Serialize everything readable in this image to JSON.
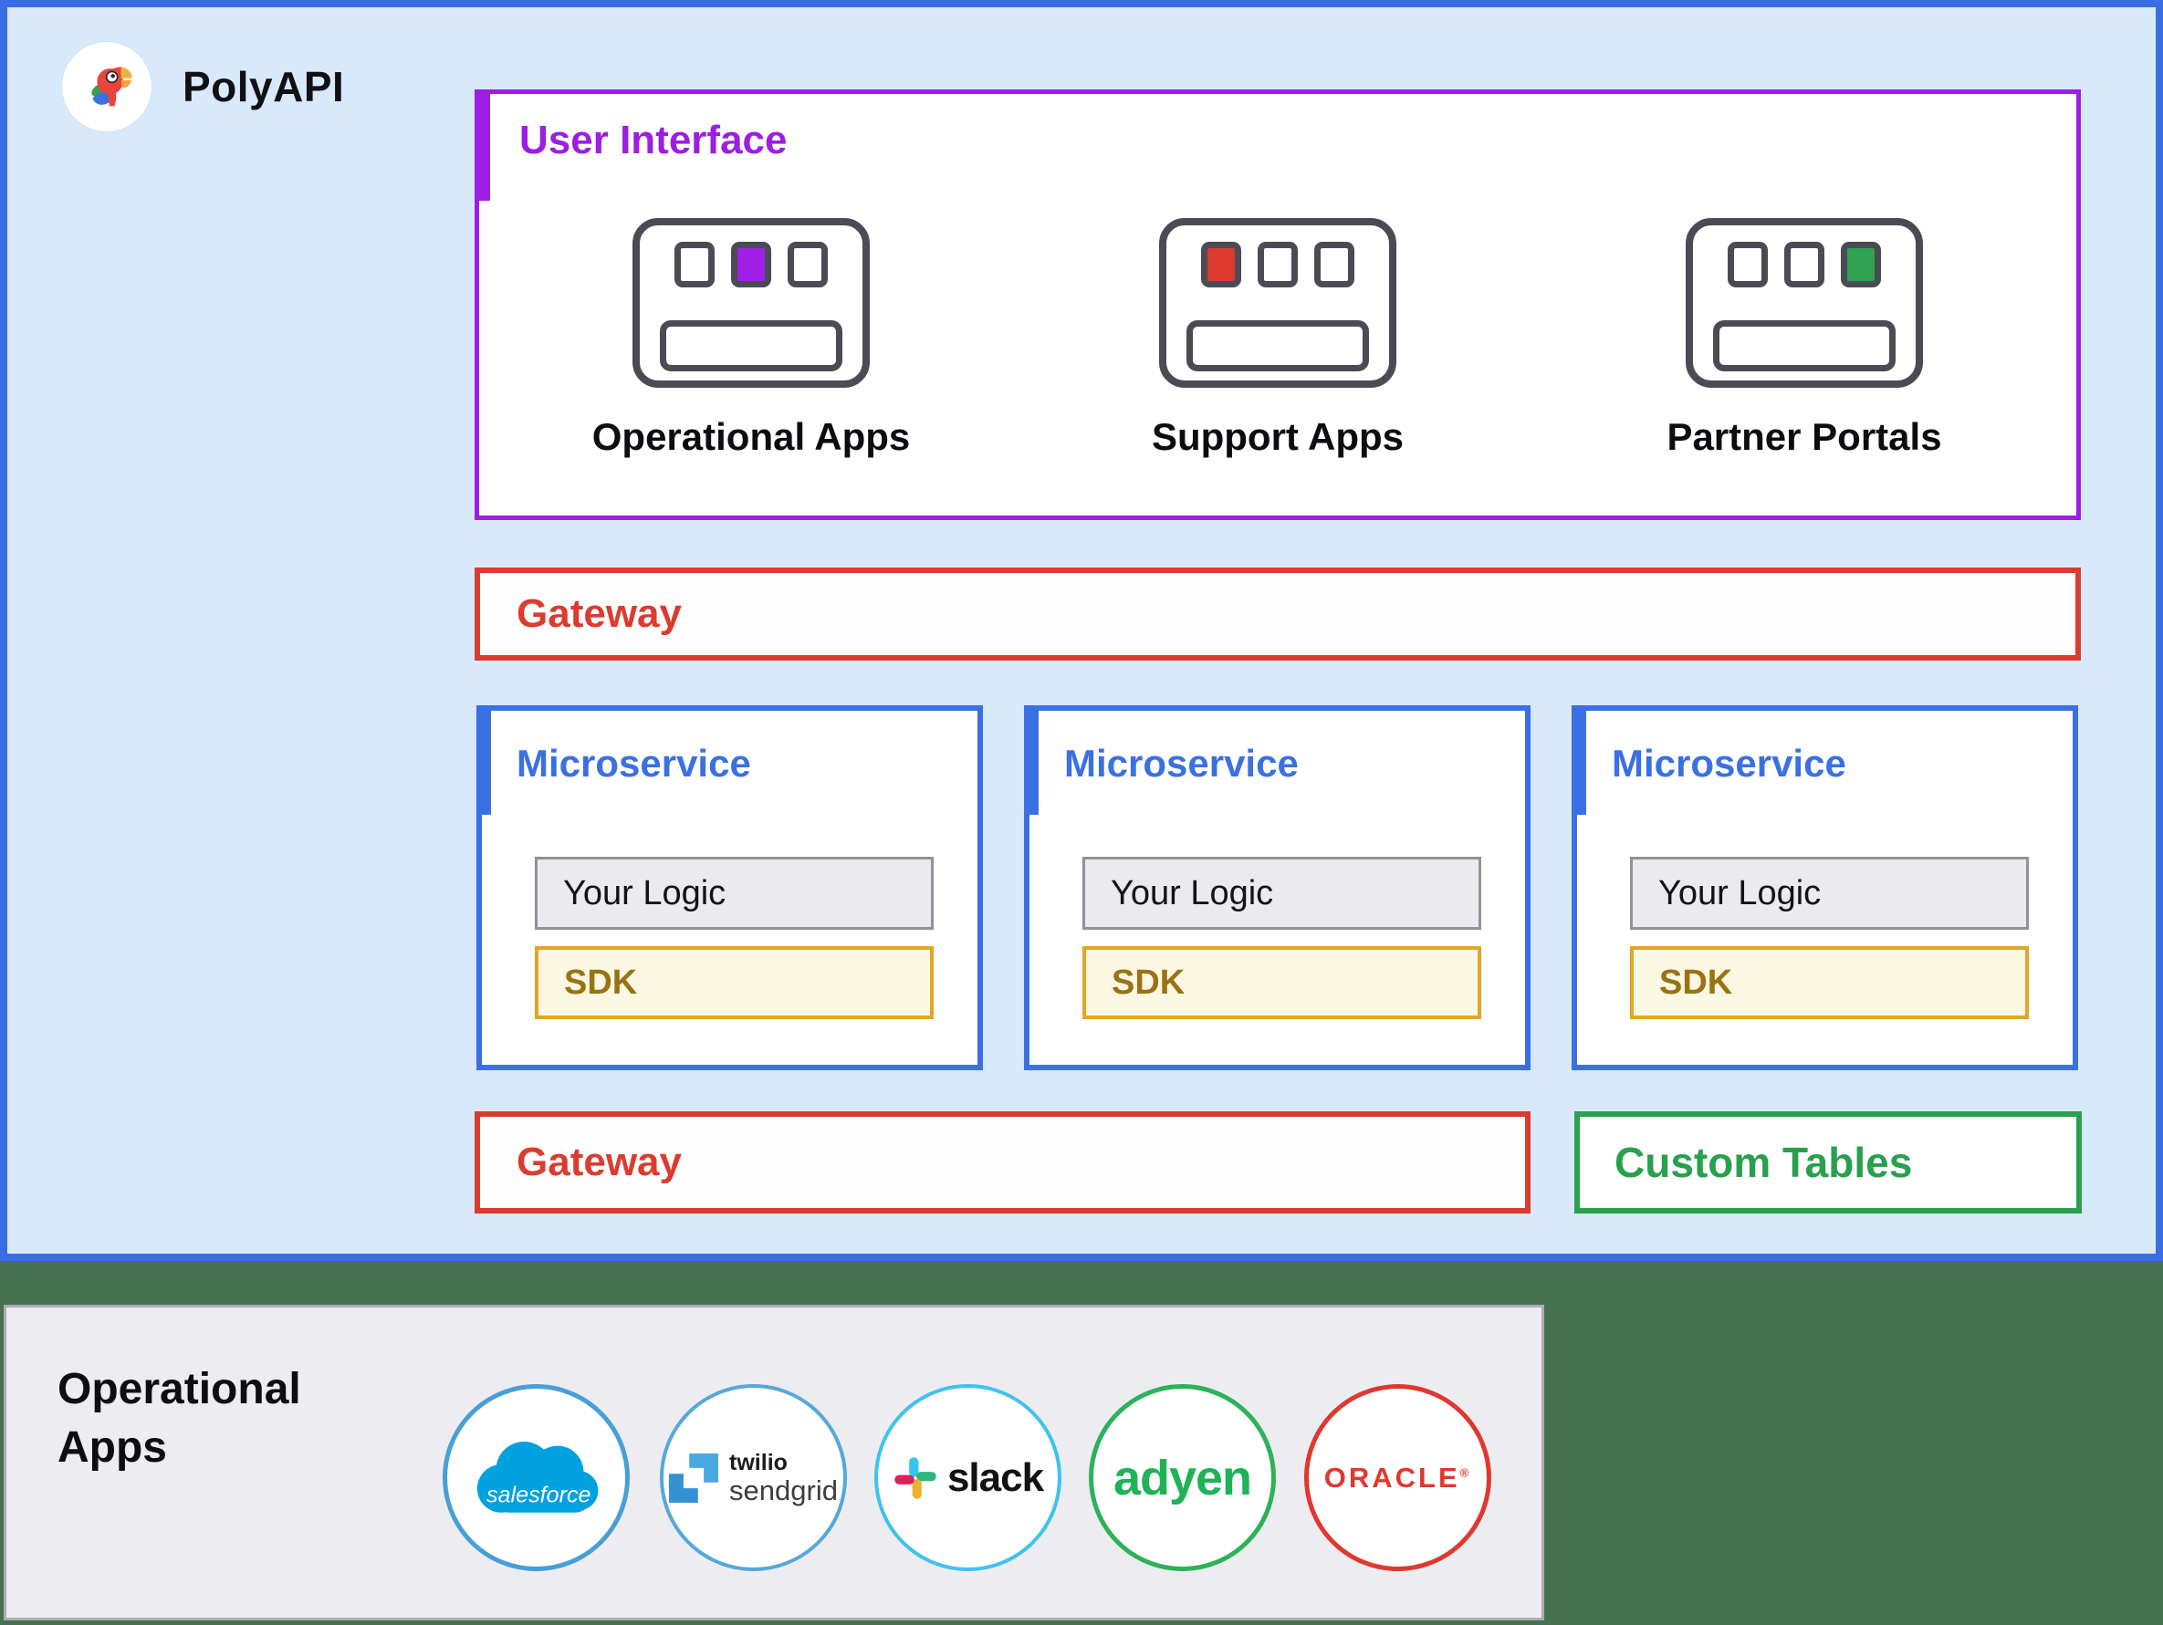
{
  "colors": {
    "outer-border": "#3a6ce4",
    "outer-bg": "#d9e9fc",
    "purple": "#9c1ee2",
    "red": "#dc3b30",
    "ms-blue": "#3b70e2",
    "gold-border": "#e2a525",
    "gold-text": "#997312",
    "green": "#28a04c",
    "band-green": "#48714f",
    "icon-stroke": "#4b4b55",
    "panel-bg": "#ededf1",
    "panel-border": "#abadb3",
    "logic-bg": "#ebebef",
    "logic-border": "#91919b",
    "sdk-bg": "#fdf8e4",
    "text-dark": "#111318"
  },
  "brand": {
    "name": "PolyAPI"
  },
  "user_interface": {
    "title": "User Interface",
    "apps": [
      {
        "label": "Operational Apps",
        "accent": "#a21fe8",
        "filled_index": 1
      },
      {
        "label": "Support Apps",
        "accent": "#dc3a2c",
        "filled_index": 0
      },
      {
        "label": "Partner Portals",
        "accent": "#2fa352",
        "filled_index": 2
      }
    ]
  },
  "gateway_top": {
    "label": "Gateway"
  },
  "microservices": [
    {
      "title": "Microservice",
      "logic": "Your Logic",
      "sdk": "SDK"
    },
    {
      "title": "Microservice",
      "logic": "Your Logic",
      "sdk": "SDK"
    },
    {
      "title": "Microservice",
      "logic": "Your Logic",
      "sdk": "SDK"
    }
  ],
  "gateway_bottom": {
    "label": "Gateway"
  },
  "custom_tables": {
    "label": "Custom Tables"
  },
  "integrations": {
    "title_lines": [
      "Operational",
      "Apps"
    ],
    "logos": [
      {
        "name": "salesforce",
        "label": "salesforce"
      },
      {
        "name": "twilio-sendgrid",
        "label_top": "twilio",
        "label_bottom": "sendgrid"
      },
      {
        "name": "slack",
        "label": "slack"
      },
      {
        "name": "adyen",
        "label": "adyen"
      },
      {
        "name": "oracle",
        "label": "ORACLE",
        "mark": "®"
      }
    ]
  }
}
